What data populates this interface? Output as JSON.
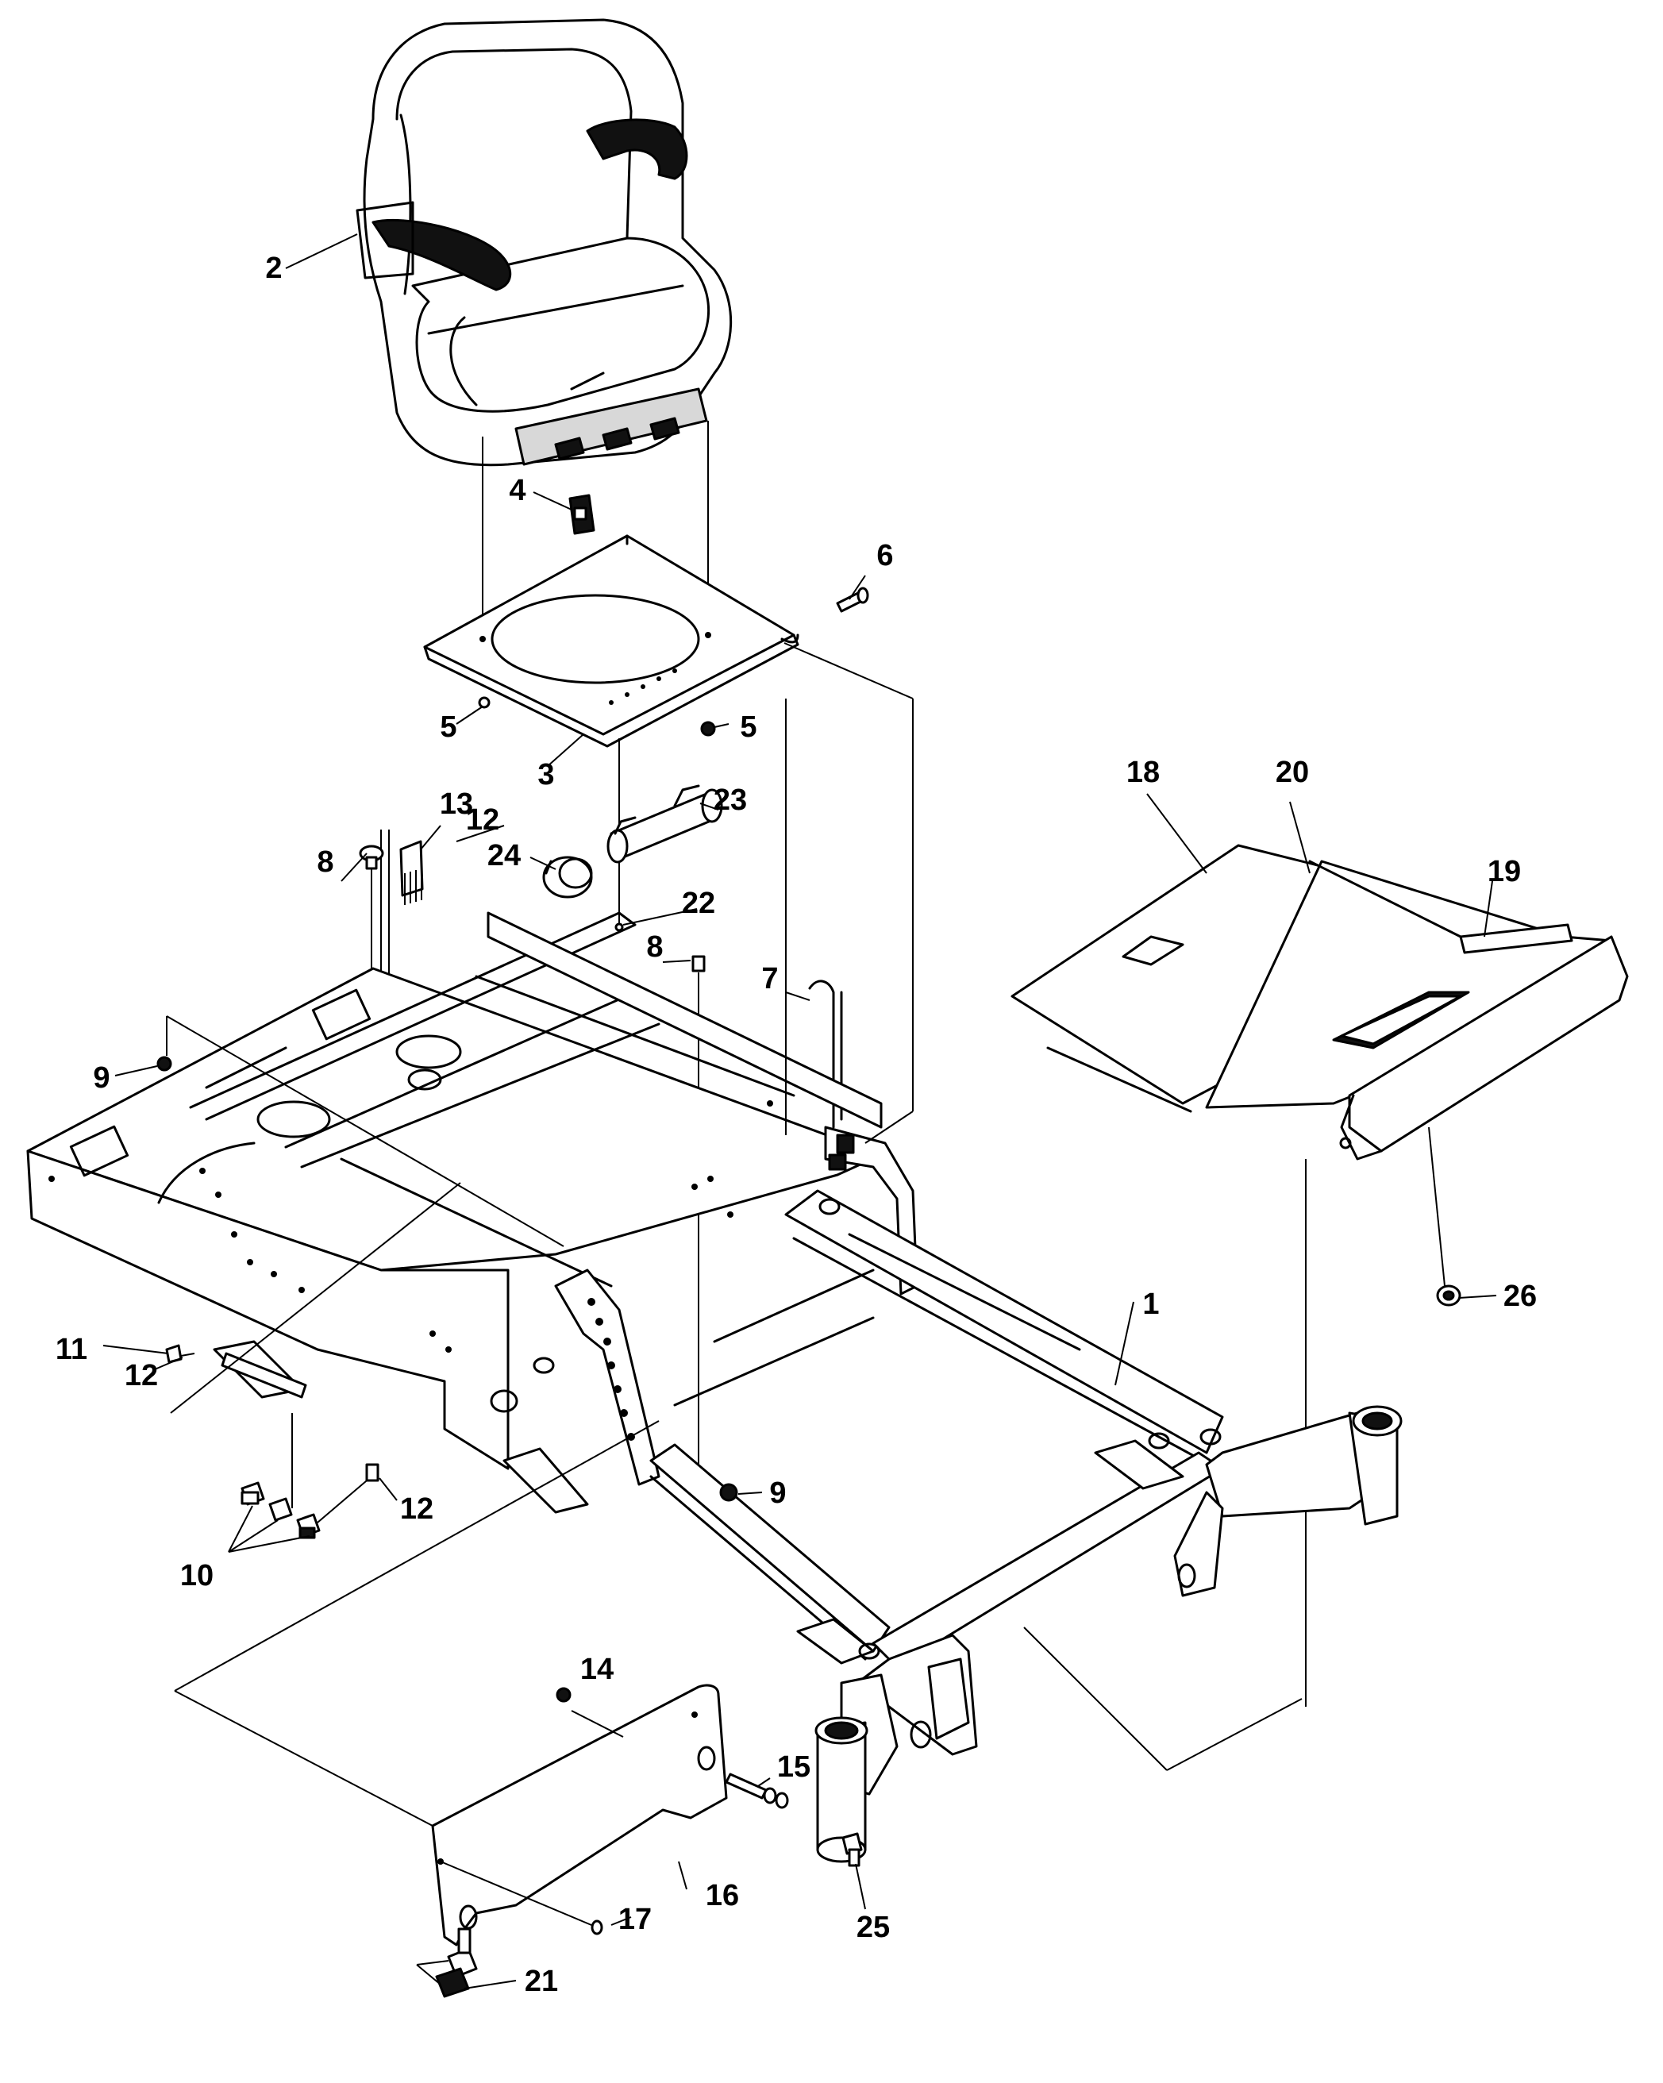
{
  "callouts": [
    {
      "id": "1",
      "text": "1"
    },
    {
      "id": "2",
      "text": "2"
    },
    {
      "id": "3",
      "text": "3"
    },
    {
      "id": "4",
      "text": "4"
    },
    {
      "id": "5a",
      "text": "5"
    },
    {
      "id": "5b",
      "text": "5"
    },
    {
      "id": "6",
      "text": "6"
    },
    {
      "id": "7",
      "text": "7"
    },
    {
      "id": "8a",
      "text": "8"
    },
    {
      "id": "8b",
      "text": "8"
    },
    {
      "id": "9a",
      "text": "9"
    },
    {
      "id": "9b",
      "text": "9"
    },
    {
      "id": "10",
      "text": "10"
    },
    {
      "id": "11",
      "text": "11"
    },
    {
      "id": "12a",
      "text": "12"
    },
    {
      "id": "12b",
      "text": "12"
    },
    {
      "id": "12c",
      "text": "12"
    },
    {
      "id": "13",
      "text": "13"
    },
    {
      "id": "14",
      "text": "14"
    },
    {
      "id": "15",
      "text": "15"
    },
    {
      "id": "16",
      "text": "16"
    },
    {
      "id": "17",
      "text": "17"
    },
    {
      "id": "18",
      "text": "18"
    },
    {
      "id": "19",
      "text": "19"
    },
    {
      "id": "20",
      "text": "20"
    },
    {
      "id": "21",
      "text": "21"
    },
    {
      "id": "22",
      "text": "22"
    },
    {
      "id": "23",
      "text": "23"
    },
    {
      "id": "24",
      "text": "24"
    },
    {
      "id": "25",
      "text": "25"
    },
    {
      "id": "26",
      "text": "26"
    }
  ]
}
